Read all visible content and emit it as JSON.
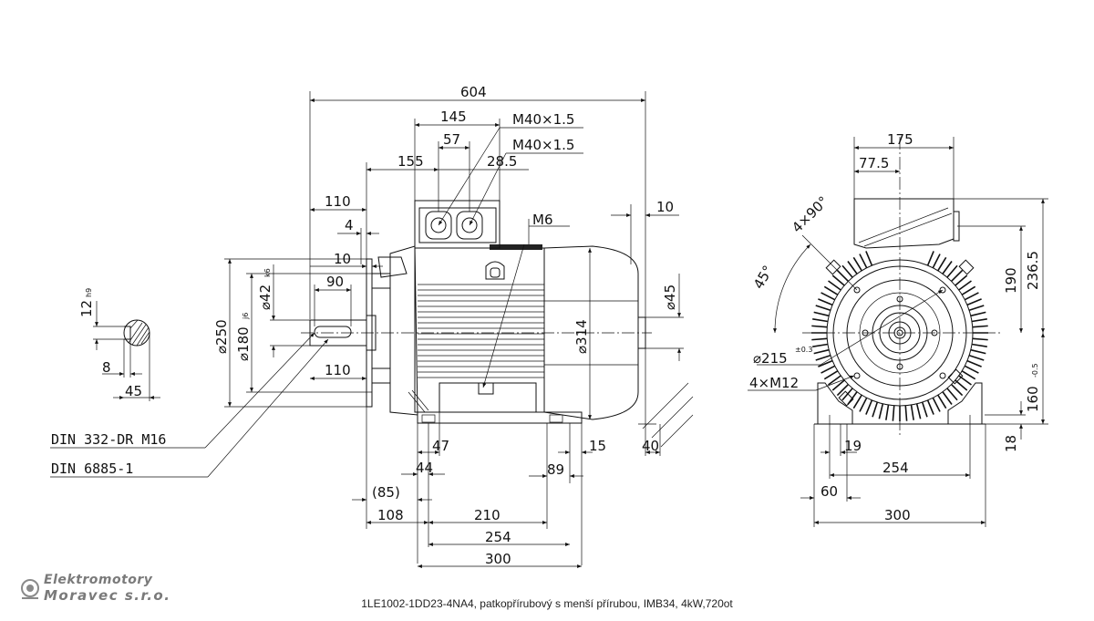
{
  "caption": "1LE1002-1DD23-4NA4, patkopřírubový s menší přírubou, IMB34, 4kW,720ot",
  "logo": {
    "line1": "Elektromotory",
    "line2": "Moravec s.r.o."
  },
  "side_view": {
    "overall_length": "604",
    "terminal_box": "145",
    "gland_spacing": "57",
    "gland_thread_1": "M40×1.5",
    "gland_thread_2": "M40×1.5",
    "gland_offset": "28.5",
    "box_position": "155",
    "shaft_length_top": "110",
    "shaft_shoulder": "4",
    "flange_offset": "10",
    "shaft_key": "90",
    "shaft_length_bottom": "110",
    "fan_cover_gap": "10",
    "lifting_thread": "M6",
    "fan_cover_dia": "⌀45",
    "frame_dia": "⌀314",
    "flange_dia": "⌀250",
    "spigot_dia": "⌀180",
    "spigot_tol": "j6",
    "shaft_dia": "⌀42",
    "shaft_tol": "k6",
    "foot_47": "47",
    "foot_15": "15",
    "foot_40": "40",
    "foot_44": "44",
    "foot_89": "89",
    "foot_85": "(85)",
    "foot_108": "108",
    "foot_210": "210",
    "foot_254": "254",
    "foot_300": "300"
  },
  "key_section": {
    "key_width": "12",
    "key_tol": "h9",
    "key_depth": "8",
    "shaft_height": "45"
  },
  "front_view": {
    "box_width": "175",
    "box_offset": "77.5",
    "bolt_pattern": "4×90°",
    "angle": "45°",
    "pcd": "⌀215",
    "pcd_tol": "±0.3",
    "flange_holes": "4×M12",
    "axis_to_box": "190",
    "axis_to_top": "236.5",
    "shaft_height": "160",
    "shaft_height_tol": "-0.5",
    "foot_height": "18",
    "foot_width": "19",
    "foot_holes": "254",
    "foot_edge": "60",
    "base_width": "300"
  },
  "notes": {
    "thread_std": "DIN 332-DR M16",
    "key_std": "DIN 6885-1"
  }
}
